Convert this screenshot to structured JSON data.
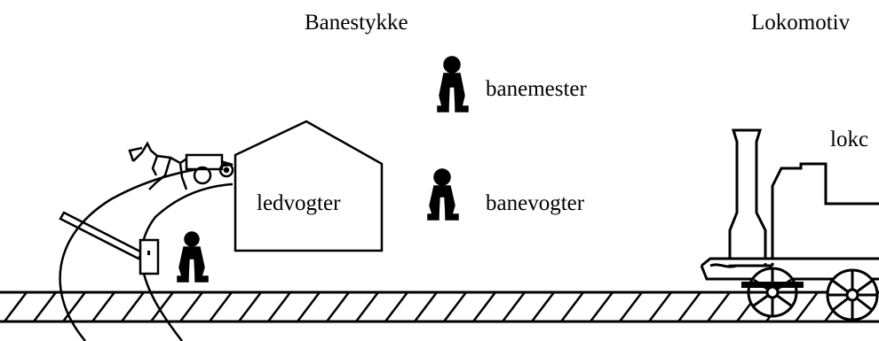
{
  "headings": {
    "banestykke": "Banestykke",
    "lokomotiv": "Lokomotiv"
  },
  "labels": {
    "banemester": "banemester",
    "banevogter": "banevogter",
    "ledvogter": "ledvogter",
    "lokomotiv_partial": "lokc"
  },
  "colors": {
    "ink": "#000000",
    "background": "#ffffff"
  }
}
